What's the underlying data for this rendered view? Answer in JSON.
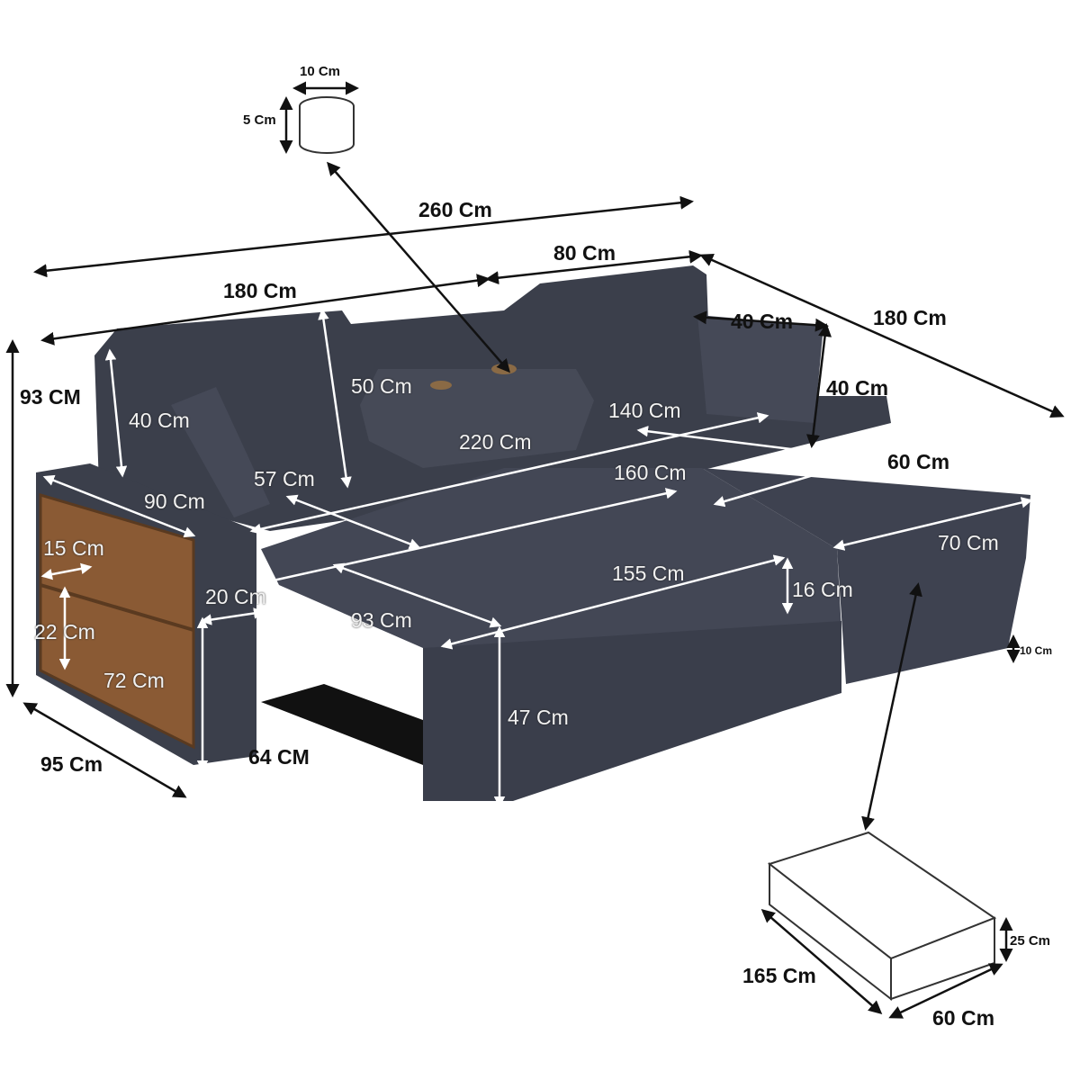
{
  "cup_holder": {
    "diameter": "10 Cm",
    "height": "5 Cm"
  },
  "overall": {
    "total_length": "260 Cm",
    "chaise_width": "80 Cm",
    "main_length": "180 Cm",
    "chaise_length": "180 Cm",
    "height": "93 CM",
    "depth": "95 Cm",
    "seat_height_floor": "64 CM"
  },
  "pillow": {
    "width": "40 Cm",
    "height": "40 Cm"
  },
  "back": {
    "back_height": "40 Cm",
    "console_height": "50 Cm",
    "bed_width": "220 Cm",
    "chaise_back": "140 Cm",
    "seat_depth": "57 Cm",
    "bed_length": "160 Cm",
    "chaise_depth": "60 Cm"
  },
  "side_shelf": {
    "depth": "90 Cm",
    "shelf_width": "15 Cm",
    "arm_width": "20 Cm",
    "shelf_height": "22 Cm",
    "shelf_length": "72 Cm"
  },
  "bed": {
    "chaise_width": "70 Cm",
    "bed_width": "155 Cm",
    "mattress_thickness": "16 Cm",
    "pullout_depth": "93 Cm",
    "bed_height": "47 Cm",
    "leg_height": "10 Cm"
  },
  "storage": {
    "length": "165 Cm",
    "width": "60 Cm",
    "height": "25 Cm"
  },
  "colors": {
    "fabric": "#3b3f4b",
    "wood": "#8a5a34",
    "ink": "#111111"
  }
}
